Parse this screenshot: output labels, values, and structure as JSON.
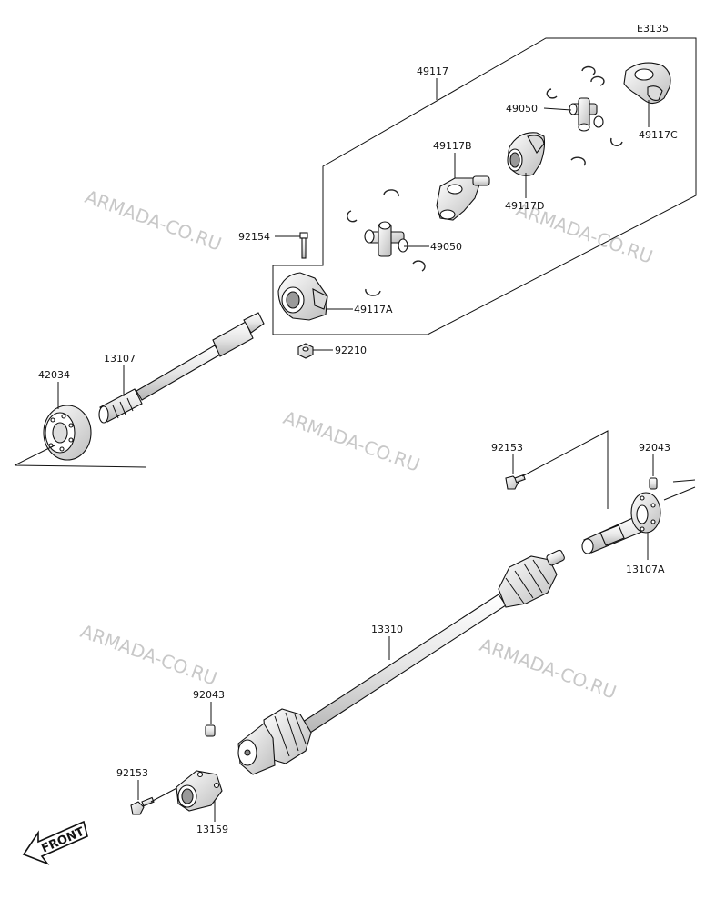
{
  "diagram_code": "E3135",
  "watermark": "ARMADA-CO.RU",
  "front_label": "FRONT",
  "parts": {
    "p49117": "49117",
    "p49117C": "49117C",
    "p49050a": "49050",
    "p49117B": "49117B",
    "p49117D": "49117D",
    "p92154": "92154",
    "p49050b": "49050",
    "p49117A": "49117A",
    "p92210": "92210",
    "p13107": "13107",
    "p42034": "42034",
    "p92153a": "92153",
    "p92043a": "92043",
    "p13107A": "13107A",
    "p13310": "13310",
    "p92043b": "92043",
    "p92153b": "92153",
    "p13159": "13159"
  },
  "colors": {
    "line": "#111111",
    "part_fill": "#f2f2f2",
    "part_shade": "#cfcfcf",
    "watermark": "#c8c8c8"
  }
}
